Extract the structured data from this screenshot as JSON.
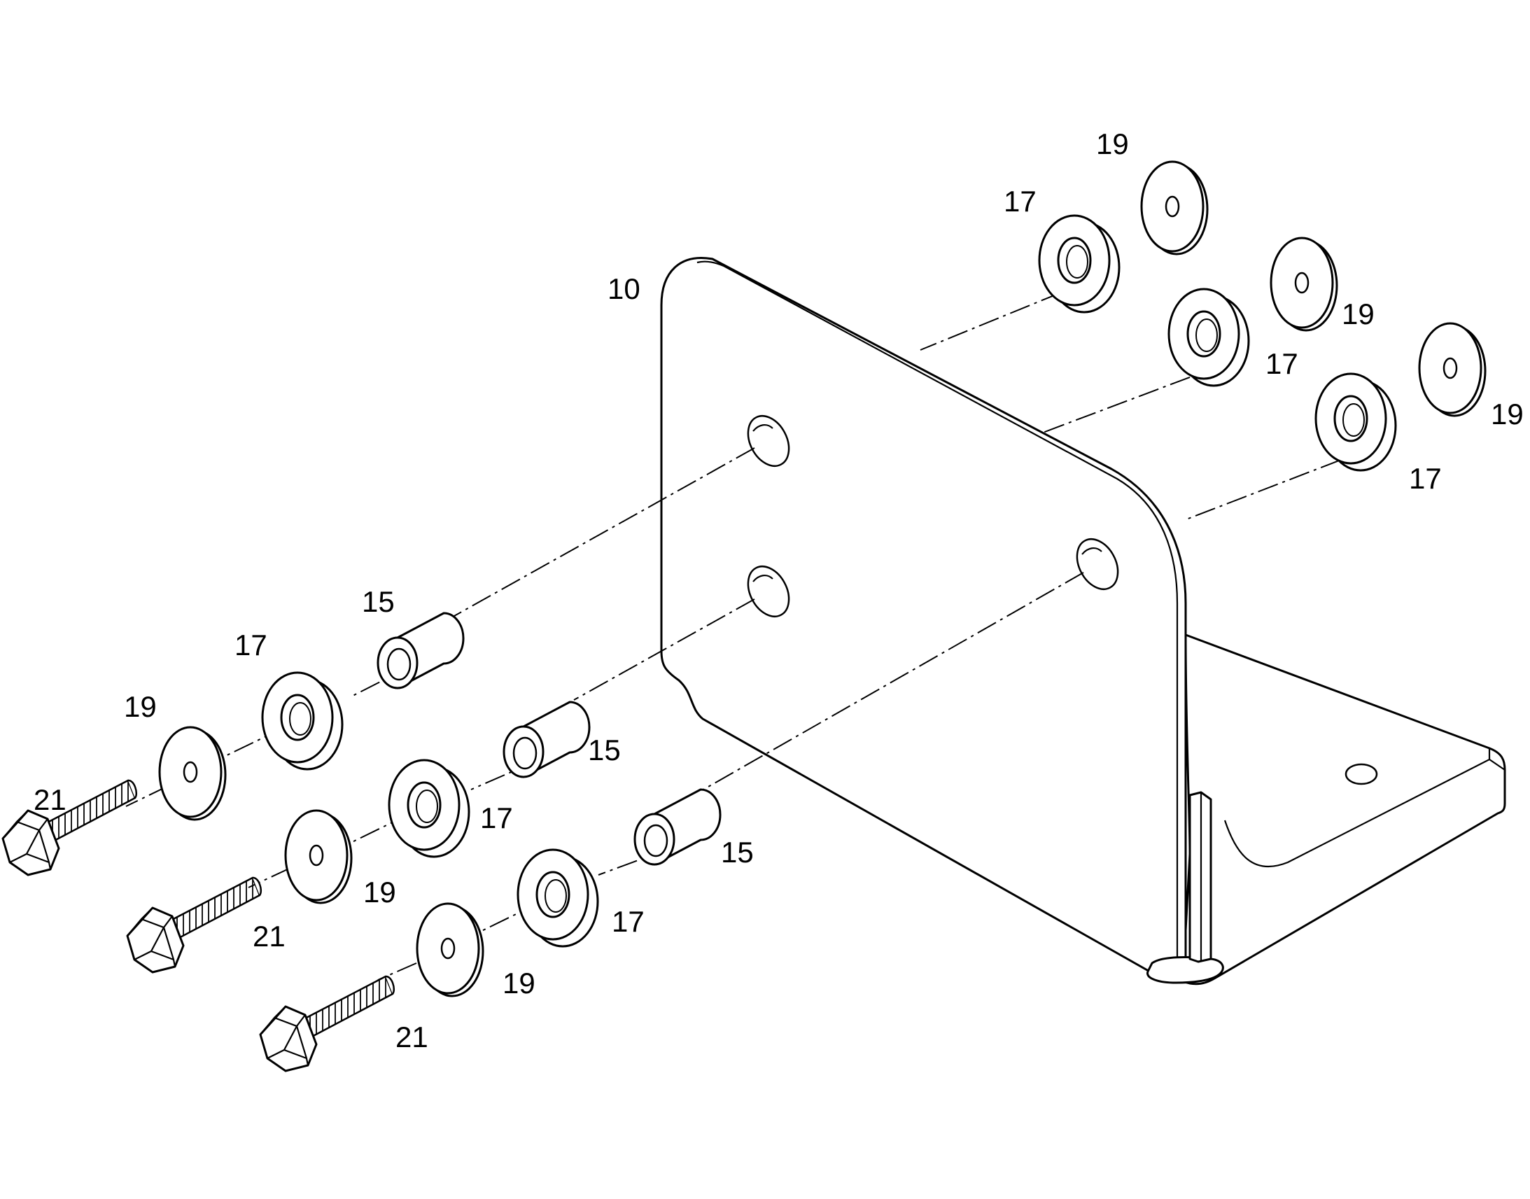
{
  "callouts": [
    {
      "id": "c10",
      "text": "10"
    },
    {
      "id": "c15a",
      "text": "15"
    },
    {
      "id": "c15b",
      "text": "15"
    },
    {
      "id": "c15c",
      "text": "15"
    },
    {
      "id": "c17a",
      "text": "17"
    },
    {
      "id": "c17b",
      "text": "17"
    },
    {
      "id": "c17c",
      "text": "17"
    },
    {
      "id": "c17d",
      "text": "17"
    },
    {
      "id": "c17e",
      "text": "17"
    },
    {
      "id": "c17f",
      "text": "17"
    },
    {
      "id": "c19a",
      "text": "19"
    },
    {
      "id": "c19b",
      "text": "19"
    },
    {
      "id": "c19c",
      "text": "19"
    },
    {
      "id": "c19d",
      "text": "19"
    },
    {
      "id": "c19e",
      "text": "19"
    },
    {
      "id": "c19f",
      "text": "19"
    },
    {
      "id": "c21a",
      "text": "21"
    },
    {
      "id": "c21b",
      "text": "21"
    },
    {
      "id": "c21c",
      "text": "21"
    }
  ]
}
